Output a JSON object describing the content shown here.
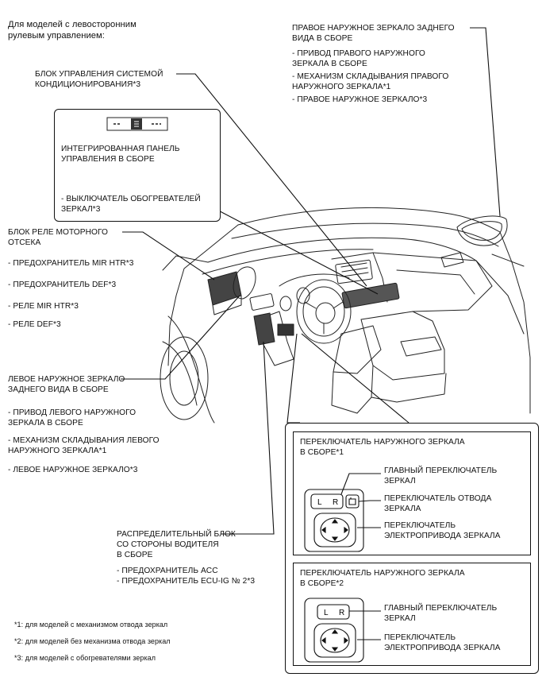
{
  "header": {
    "title_line1": "Для моделей с левосторонним",
    "title_line2": "рулевым управлением:"
  },
  "right_mirror": {
    "line1": "ПРАВОЕ НАРУЖНОЕ ЗЕРКАЛО ЗАДНЕГО",
    "line2": "ВИДА В СБОРЕ",
    "items": [
      "- ПРИВОД ПРАВОГО НАРУЖНОГО",
      "ЗЕРКАЛА В СБОРЕ",
      "- МЕХАНИЗМ СКЛАДЫВАНИЯ ПРАВОГО",
      "НАРУЖНОГО ЗЕРКАЛА*1",
      "- ПРАВОЕ НАРУЖНОЕ ЗЕРКАЛО*3"
    ]
  },
  "ac_block": {
    "line1": "БЛОК УПРАВЛЕНИЯ СИСТЕМОЙ",
    "line2": "КОНДИЦИОНИРОВАНИЯ*3"
  },
  "panel_box": {
    "line1": "ИНТЕГРИРОВАННАЯ ПАНЕЛЬ",
    "line2": "УПРАВЛЕНИЯ В СБОРЕ",
    "item1": "- ВЫКЛЮЧАТЕЛЬ ОБОГРЕВАТЕЛЕЙ",
    "item2": "ЗЕРКАЛ*3"
  },
  "relay_block": {
    "line1": "БЛОК РЕЛЕ МОТОРНОГО",
    "line2": "ОТСЕКА",
    "items": [
      "- ПРЕДОХРАНИТЕЛЬ MIR HTR*3",
      "- ПРЕДОХРАНИТЕЛЬ DEF*3",
      "- РЕЛЕ MIR HTR*3",
      "- РЕЛЕ DEF*3"
    ]
  },
  "left_mirror": {
    "line1": "ЛЕВОЕ НАРУЖНОЕ ЗЕРКАЛО",
    "line2": "ЗАДНЕГО ВИДА В СБОРЕ",
    "items": [
      "- ПРИВОД ЛЕВОГО НАРУЖНОГО",
      "ЗЕРКАЛА В СБОРЕ",
      "- МЕХАНИЗМ СКЛАДЫВАНИЯ ЛЕВОГО",
      "НАРУЖНОГО ЗЕРКАЛА*1",
      "- ЛЕВОЕ НАРУЖНОЕ ЗЕРКАЛО*3"
    ]
  },
  "junction_block": {
    "line1": "РАСПРЕДЕЛИТЕЛЬНЫЙ БЛОК",
    "line2": "СО СТОРОНЫ ВОДИТЕЛЯ",
    "line3": "В СБОРЕ",
    "item1": "- ПРЕДОХРАНИТЕЛЬ ACC",
    "item2": "- ПРЕДОХРАНИТЕЛЬ ECU-IG № 2*3"
  },
  "switch1": {
    "title1": "ПЕРЕКЛЮЧАТЕЛЬ НАРУЖНОГО ЗЕРКАЛА",
    "title2": "В СБОРЕ*1",
    "main1": "ГЛАВНЫЙ ПЕРЕКЛЮЧАТЕЛЬ",
    "main2": "ЗЕРКАЛ",
    "retract1": "ПЕРЕКЛЮЧАТЕЛЬ ОТВОДА",
    "retract2": "ЗЕРКАЛА",
    "drive1": "ПЕРЕКЛЮЧАТЕЛЬ",
    "drive2": "ЭЛЕКТРОПРИВОДА ЗЕРКАЛА",
    "key_l": "L",
    "key_r": "R"
  },
  "switch2": {
    "title1": "ПЕРЕКЛЮЧАТЕЛЬ НАРУЖНОГО ЗЕРКАЛА",
    "title2": "В СБОРЕ*2",
    "main1": "ГЛАВНЫЙ ПЕРЕКЛЮЧАТЕЛЬ",
    "main2": "ЗЕРКАЛ",
    "drive1": "ПЕРЕКЛЮЧАТЕЛЬ",
    "drive2": "ЭЛЕКТРОПРИВОДА ЗЕРКАЛА",
    "key_l": "L",
    "key_r": "R"
  },
  "footnotes": [
    "*1: для моделей с механизмом отвода зеркал",
    "*2: для моделей без механизма отвода зеркал",
    "*3: для моделей с обогревателями зеркал"
  ]
}
